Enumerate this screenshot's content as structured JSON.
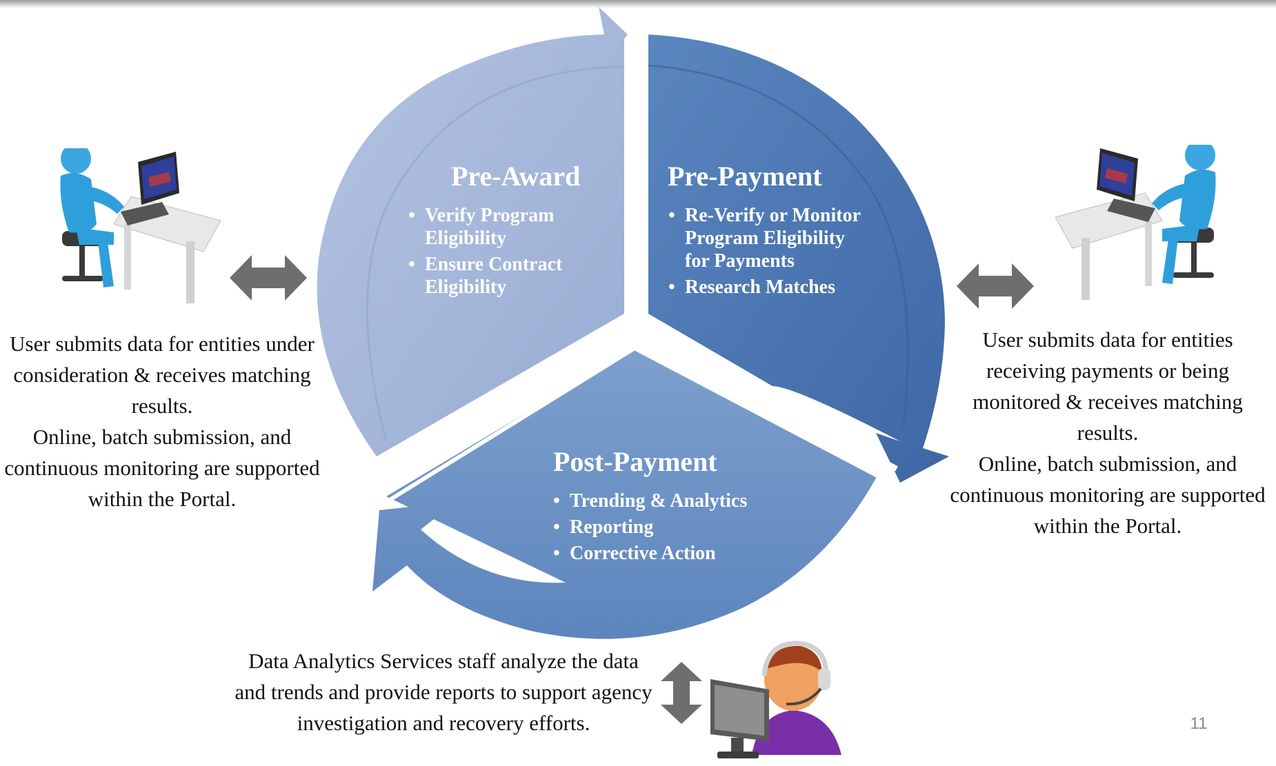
{
  "segments": {
    "pre_award": {
      "title": "Pre-Award",
      "bullets": [
        "Verify Program Eligibility",
        "Ensure Contract Eligibility"
      ],
      "color": "#a3b5d7"
    },
    "pre_payment": {
      "title": "Pre-Payment",
      "bullets": [
        "Re-Verify or Monitor Program Eligibility  for Payments",
        "Research  Matches"
      ],
      "color": "#4a76b2"
    },
    "post_payment": {
      "title": "Post-Payment",
      "bullets": [
        "Trending & Analytics",
        "Reporting",
        "Corrective Action"
      ],
      "color": "#7196c6"
    }
  },
  "left_note": {
    "lines": [
      "User submits data for entities under consideration & receives matching results.",
      "Online, batch submission, and continuous monitoring are supported within the Portal."
    ]
  },
  "right_note": {
    "lines": [
      "User submits data for entities receiving payments  or being monitored & receives matching results.",
      "Online, batch submission, and continuous monitoring are supported within the Portal."
    ]
  },
  "bottom_note": {
    "text": "Data  Analytics Services staff analyze the data and trends and provide reports to support agency investigation and recovery efforts."
  },
  "icons": {
    "left_user": "user-at-computer-icon",
    "right_user": "user-at-computer-icon",
    "analyst": "headset-analyst-icon",
    "left_arrow": "double-arrow-horizontal-icon",
    "right_arrow": "double-arrow-horizontal-icon",
    "bottom_arrow": "double-arrow-vertical-icon"
  },
  "page_number": "11"
}
